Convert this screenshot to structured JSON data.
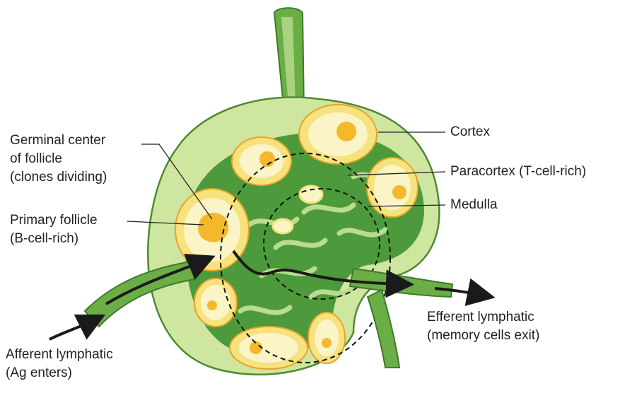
{
  "labels": {
    "germinal": [
      "Germinal center",
      "of follicle",
      "(clones dividing)"
    ],
    "primary": [
      "Primary follicle",
      "(B-cell-rich)"
    ],
    "afferent": [
      "Afferent lymphatic",
      "(Ag enters)"
    ],
    "cortex": "Cortex",
    "paracortex": "Paracortex (T-cell-rich)",
    "medulla": "Medulla",
    "efferent": [
      "Efferent lymphatic",
      "(memory cells exit)"
    ]
  },
  "colors": {
    "capsule_light": "#cfe6a0",
    "capsule_outline": "#4f8a30",
    "medulla_green": "#4c9a3c",
    "cord_light": "#b9dc8e",
    "follicle_cream": "#fbf4c6",
    "follicle_ring": "#f6e27e",
    "germinal_core": "#f4b92a",
    "arrow": "#1a1a1a"
  }
}
